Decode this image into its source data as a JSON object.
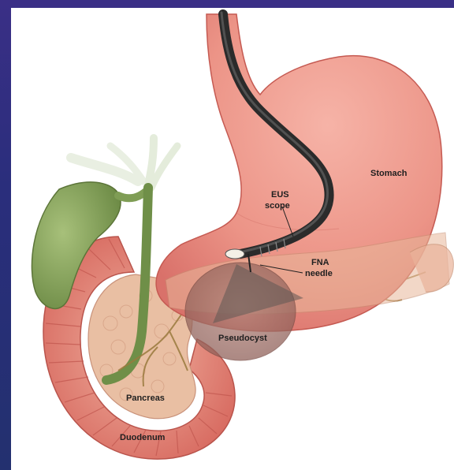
{
  "labels": {
    "stomach": "Stomach",
    "eus_scope_line1": "EUS",
    "eus_scope_line2": "scope",
    "fna_line1": "FNA",
    "fna_line2": "needle",
    "pseudocyst": "Pseudocyst",
    "pancreas": "Pancreas",
    "duodenum": "Duodenum"
  },
  "colors": {
    "background": "#2b2f7a",
    "stomach": "#e98d80",
    "pancreas": "#e7b59a",
    "duodenum": "#d9776b",
    "gallbladder": "#7f9d55",
    "scope": "#3a3a3a",
    "pseudocyst": "#8f6f68"
  }
}
